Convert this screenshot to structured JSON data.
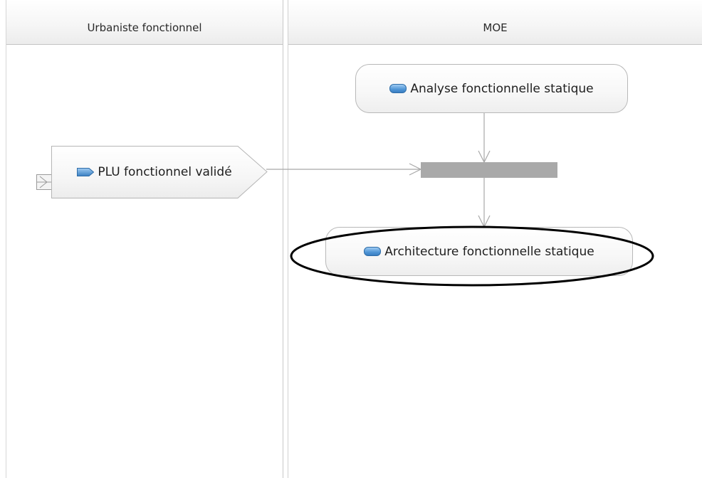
{
  "lanes": [
    {
      "header": "Urbaniste fonctionnel"
    },
    {
      "header": "MOE"
    }
  ],
  "nodes": {
    "analyse": {
      "label": "Analyse fonctionnelle statique",
      "icon": "action-pill-icon"
    },
    "plu": {
      "label": "PLU fonctionnel validé",
      "icon": "object-flow-icon"
    },
    "architecture": {
      "label": "Architecture fonctionnelle statique",
      "icon": "action-pill-icon"
    }
  },
  "colors": {
    "node_border": "#b8b8b8",
    "fork_bar": "#a9a9a9",
    "connector": "#a8a8a8",
    "icon_blue": "#4f95d6",
    "highlight": "#000000"
  }
}
